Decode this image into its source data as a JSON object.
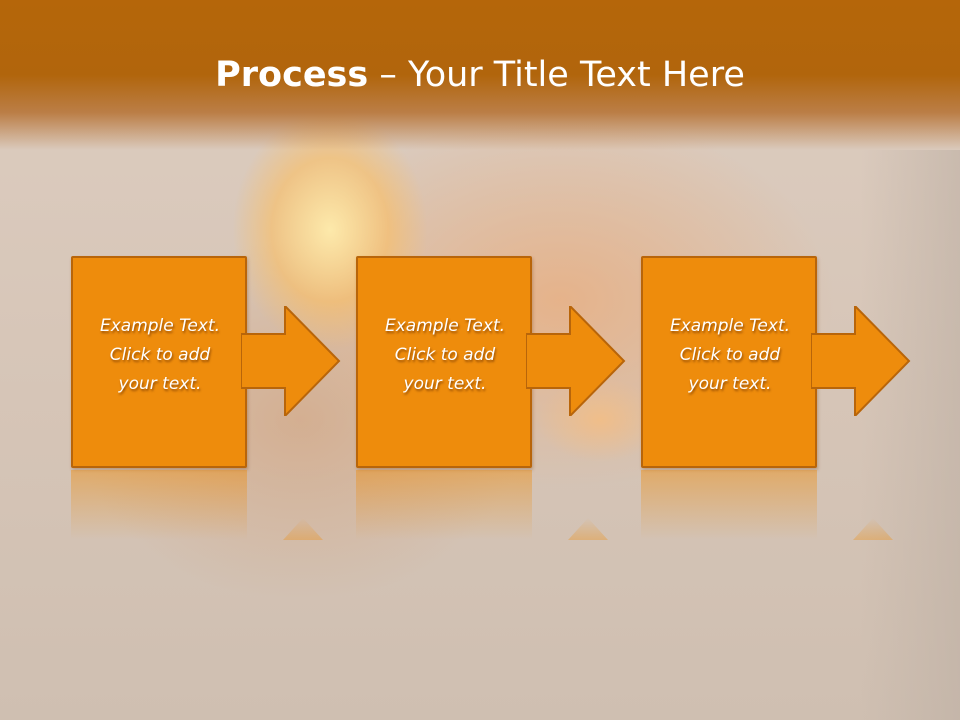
{
  "slide": {
    "title_bold": "Process",
    "title_rest": " – Your Title Text Here"
  },
  "steps": [
    {
      "text": "Example Text.\nClick  to add\nyour text."
    },
    {
      "text": "Example Text.\nClick  to add\nyour text."
    },
    {
      "text": "Example Text.\nClick  to add\nyour text."
    }
  ],
  "colors": {
    "banner": "#b5660a",
    "box_fill": "#ee8c0c",
    "box_border": "#b8650a",
    "text": "#ffffff"
  }
}
